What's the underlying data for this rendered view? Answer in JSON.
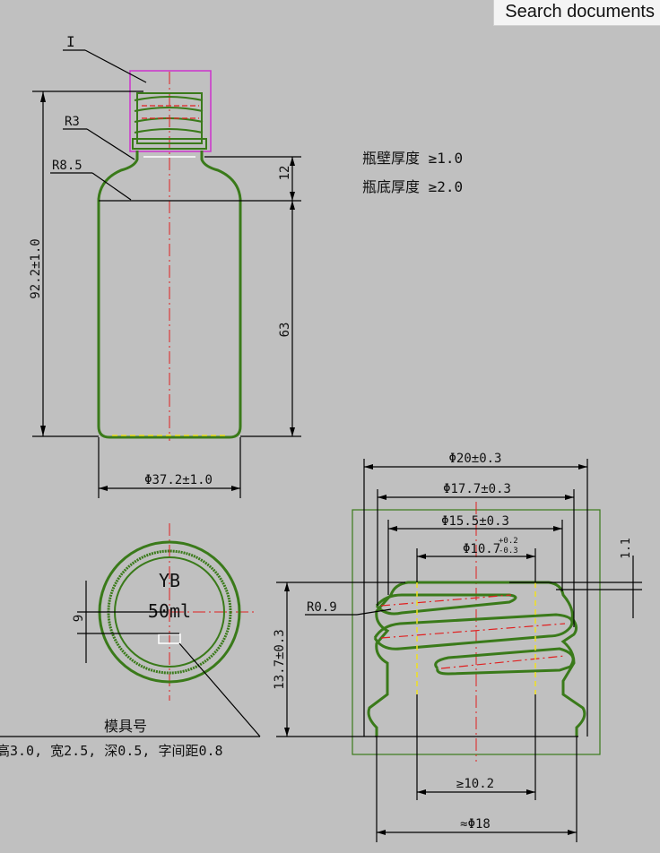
{
  "toolbar": {
    "search_label": "Search documents"
  },
  "colors": {
    "background": "#c0c0c0",
    "outline": "#3a7a1a",
    "centerline": "#e02020",
    "detail_box": "#cc33cc",
    "dimension": "#000000",
    "hidden_line": "#f0e020"
  },
  "bottle": {
    "detail_callout": "I",
    "radius_neck": "R3",
    "radius_shoulder": "R8.5",
    "dim_total_height": "92.2±1.0",
    "dim_shoulder": "12",
    "dim_body": "63",
    "dim_diameter": "Φ37.2±1.0"
  },
  "notes": {
    "wall_thickness": "瓶壁厚度 ≥1.0",
    "bottom_thickness": "瓶底厚度 ≥2.0"
  },
  "bottom_view": {
    "emboss_line1": "YB",
    "emboss_line2": "50ml",
    "dim_offset": "9",
    "mold_number_label": "模具号",
    "mold_number_spec": "高3.0, 宽2.5, 深0.5, 字间距0.8"
  },
  "neck_detail": {
    "dim_outer": "Φ20±0.3",
    "dim_thread_root": "Φ17.7±0.3",
    "dim_thread_inner": "Φ15.5±0.3",
    "dim_bore": "Φ10.7",
    "dim_bore_tol_upper": "+0.2",
    "dim_bore_tol_lower": "-0.3",
    "dim_radius": "R0.9",
    "dim_height": "13.7±0.3",
    "dim_pitch": "1.1",
    "dim_min_bore": "≥10.2",
    "dim_approx": "≈Φ18"
  }
}
